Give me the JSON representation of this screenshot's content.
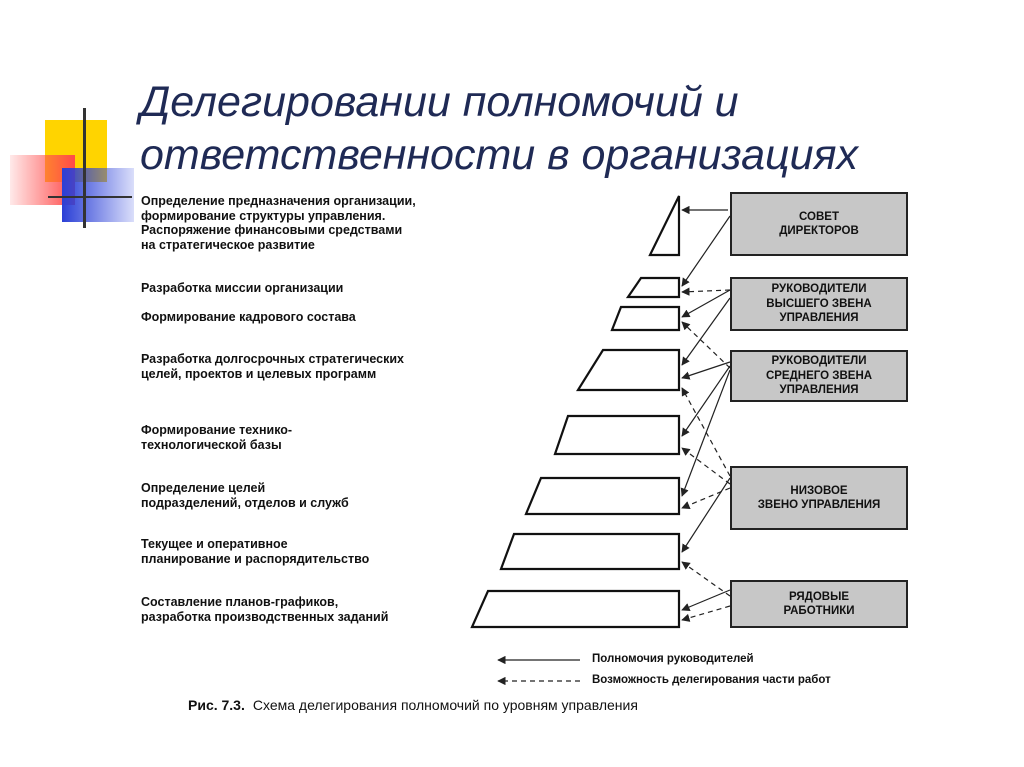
{
  "title": {
    "line1": "Делегировании полномочий и",
    "line2": "ответственности в организациях"
  },
  "tasks": [
    {
      "lines": [
        "Определение предназначения организации,",
        "формирование структуры управления.",
        "Распоряжение финансовыми средствами",
        "на стратегическое развитие"
      ]
    },
    {
      "lines": [
        "Разработка миссии организации"
      ]
    },
    {
      "lines": [
        "Формирование кадрового состава"
      ]
    },
    {
      "lines": [
        "Разработка долгосрочных стратегических",
        "целей, проектов и целевых программ"
      ]
    },
    {
      "lines": [
        "Формирование технико-",
        "технологической базы"
      ]
    },
    {
      "lines": [
        "Определение целей",
        "подразделений, отделов и служб"
      ]
    },
    {
      "lines": [
        "Текущее и оперативное",
        "планирование и распорядительство"
      ]
    },
    {
      "lines": [
        "Составление планов-графиков,",
        "разработка производственных заданий"
      ]
    }
  ],
  "roles": [
    {
      "lines": [
        "СОВЕТ",
        "ДИРЕКТОРОВ"
      ]
    },
    {
      "lines": [
        "РУКОВОДИТЕЛИ",
        "ВЫСШЕГО ЗВЕНА",
        "УПРАВЛЕНИЯ"
      ]
    },
    {
      "lines": [
        "РУКОВОДИТЕЛИ",
        "СРЕДНЕГО ЗВЕНА",
        "УПРАВЛЕНИЯ"
      ]
    },
    {
      "lines": [
        "НИЗОВОЕ",
        "ЗВЕНО УПРАВЛЕНИЯ"
      ]
    },
    {
      "lines": [
        "РЯДОВЫЕ",
        "РАБОТНИКИ"
      ]
    }
  ],
  "legend": {
    "authority": "Полномочия руководителей",
    "delegation": "Возможность делегирования части работ"
  },
  "caption": {
    "label": "Рис. 7.3.",
    "text": "Схема делегирования полномочий по уровням управления"
  },
  "colors": {
    "title": "#1f2a55",
    "role_fill": "#c7c7c7",
    "deco_yellow": "#ffd400",
    "deco_red": "#ff5050",
    "deco_blue": "#2a3fd6"
  }
}
